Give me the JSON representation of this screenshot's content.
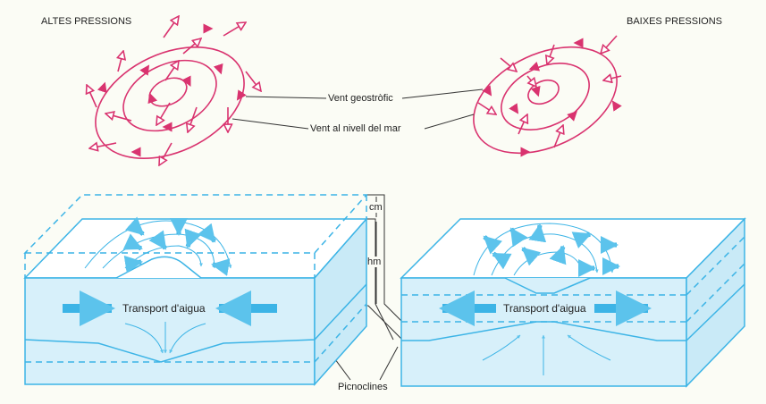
{
  "labels": {
    "high_pressure": "ALTES PRESSIONS",
    "low_pressure": "BAIXES PRESSIONS",
    "geostrophic_wind": "Vent geostròfic",
    "sea_level_wind": "Vent al nivell del mar",
    "cm": "cm",
    "hm": "hm",
    "transport_left": "Transport d'aigua",
    "transport_right": "Transport d'aigua",
    "pycnoclines": "Picnoclines"
  },
  "colors": {
    "wind": "#d9336f",
    "water": "#3cb4e6",
    "water_fill": "#d7f0fa",
    "leader": "#333333"
  }
}
